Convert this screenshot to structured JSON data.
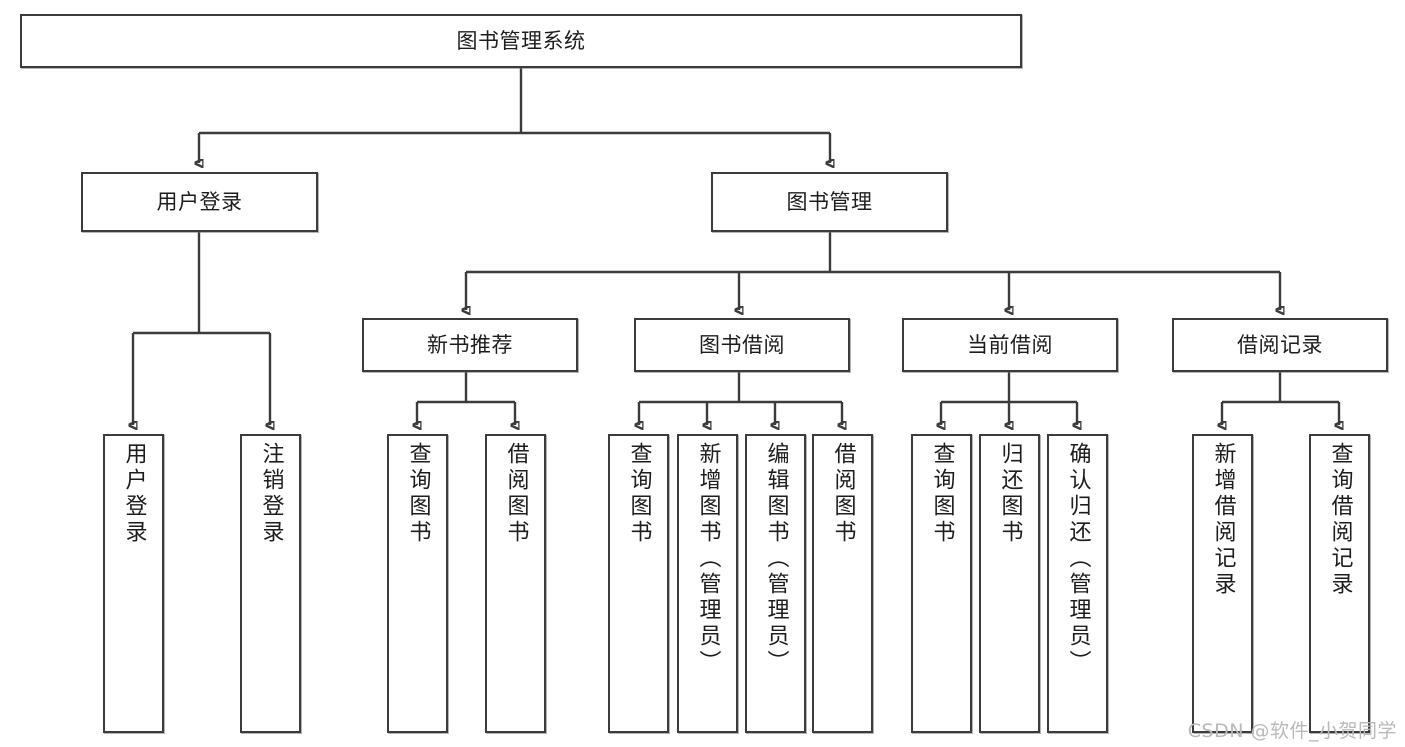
{
  "diagram": {
    "title": "图书管理系统",
    "type": "tree",
    "watermark": "CSDN @软件_小贺同学",
    "colors": {
      "stroke": "#3b3b3b",
      "box_fill": "#ffffff",
      "text": "#1d1d1d",
      "watermark": "#b9b9b9",
      "background": "#ffffff"
    },
    "root": {
      "label": "图书管理系统"
    },
    "level2": [
      {
        "label": "用户登录"
      },
      {
        "label": "图书管理"
      }
    ],
    "level3": [
      {
        "label": "新书推荐"
      },
      {
        "label": "图书借阅"
      },
      {
        "label": "当前借阅"
      },
      {
        "label": "借阅记录"
      }
    ],
    "leaves": {
      "user_login": [
        {
          "label": "用户登录"
        },
        {
          "label": "注销登录"
        }
      ],
      "new_book_recommend": [
        {
          "label": "查询图书"
        },
        {
          "label": "借阅图书"
        }
      ],
      "book_borrow": [
        {
          "label": "查询图书"
        },
        {
          "label": "新增图书（管理员）"
        },
        {
          "label": "编辑图书（管理员）"
        },
        {
          "label": "借阅图书"
        }
      ],
      "current_borrow": [
        {
          "label": "查询图书"
        },
        {
          "label": "归还图书"
        },
        {
          "label": "确认归还（管理员）"
        }
      ],
      "borrow_record": [
        {
          "label": "新增借阅记录"
        },
        {
          "label": "查询借阅记录"
        }
      ]
    }
  }
}
